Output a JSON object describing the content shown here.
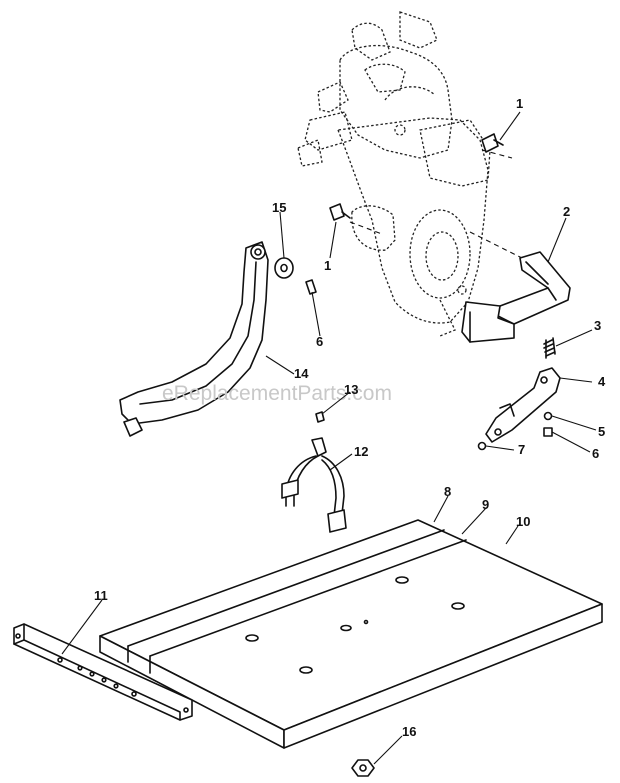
{
  "watermark": "eReplacementParts.com",
  "callouts": {
    "c1a": "1",
    "c1b": "1",
    "c2": "2",
    "c3": "3",
    "c4": "4",
    "c5": "5",
    "c6a": "6",
    "c6b": "6",
    "c7": "7",
    "c8": "8",
    "c9": "9",
    "c10": "10",
    "c11": "11",
    "c12": "12",
    "c13": "13",
    "c14": "14",
    "c15": "15",
    "c16": "16"
  }
}
